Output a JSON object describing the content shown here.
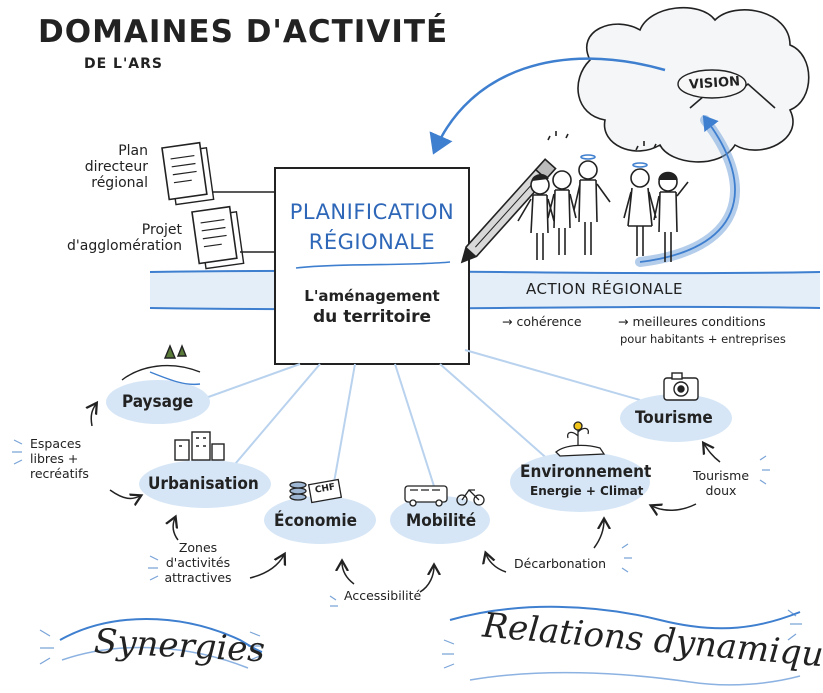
{
  "header": {
    "title": "DOMAINES D'ACTIVITÉ",
    "subtitle": "DE L'ARS"
  },
  "instruments": [
    {
      "label": "Plan directeur régional",
      "lines": [
        "Plan",
        "directeur",
        "régional"
      ],
      "icon": "document-icon"
    },
    {
      "label": "Projet d'agglomération",
      "lines": [
        "Projet",
        "d'agglomération"
      ],
      "icon": "document-icon"
    }
  ],
  "center_box": {
    "title_line1": "PLANIFICATION",
    "title_line2": "RÉGIONALE",
    "body_line1": "L'aménagement",
    "body_line2": "du territoire"
  },
  "vision": {
    "label": "VISION"
  },
  "action": {
    "label": "ACTION RÉGIONALE",
    "coherence": "→ cohérence",
    "conditions": "→ meilleures conditions",
    "conditions_sub": "pour habitants + entreprises"
  },
  "domains": [
    {
      "id": "paysage",
      "label": "Paysage"
    },
    {
      "id": "urbanisation",
      "label": "Urbanisation"
    },
    {
      "id": "economie",
      "label": "Économie"
    },
    {
      "id": "mobilite",
      "label": "Mobilité"
    },
    {
      "id": "environnement",
      "label": "Environnement",
      "sub": "Energie + Climat"
    },
    {
      "id": "tourisme",
      "label": "Tourisme"
    }
  ],
  "annotations": {
    "espaces": [
      "Espaces",
      "libres +",
      "recréatifs"
    ],
    "zones": [
      "Zones",
      "d'activités",
      "attractives"
    ],
    "accessibilite": "Accessibilité",
    "decarbonation": "Décarbonation",
    "tourisme_doux": [
      "Tourisme",
      "doux"
    ]
  },
  "economie_badge": "CHF",
  "footer": {
    "left": "Synergies",
    "right": "Relations dynamiques"
  },
  "colors": {
    "accent_blue": "#3f7fcf",
    "light_blue": "#d6e6f6",
    "ink": "#1f1f1f"
  }
}
